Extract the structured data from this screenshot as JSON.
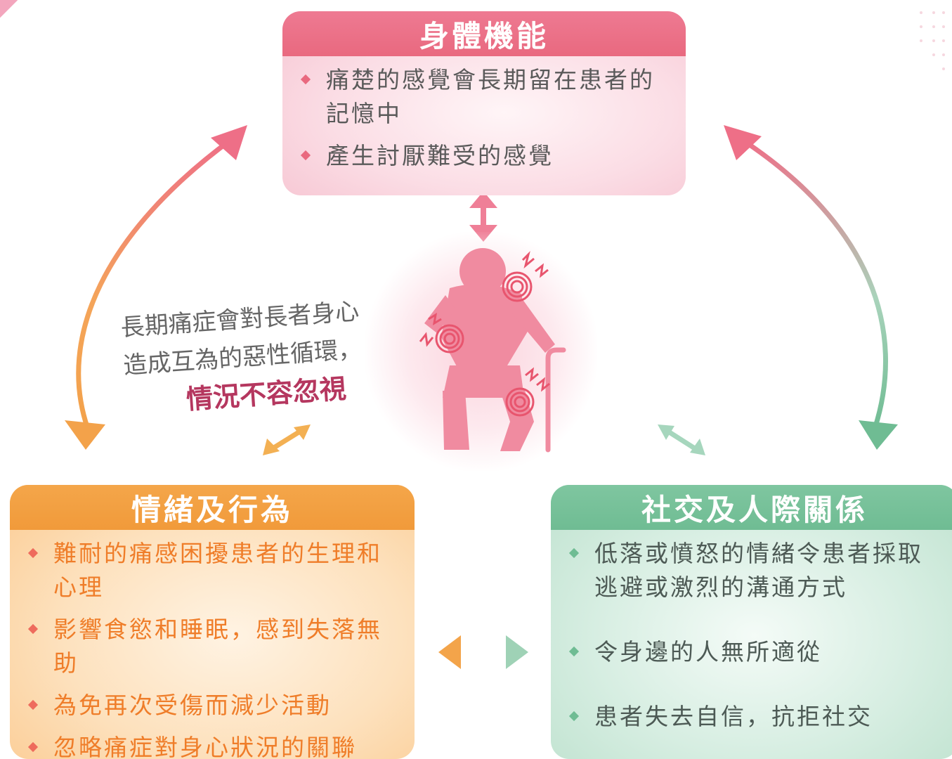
{
  "colors": {
    "physical": "#e9697f",
    "emotion": "#f19a3a",
    "social": "#6fbc93",
    "emphasis": "#b5375f"
  },
  "physical": {
    "title": "身體機能",
    "items": [
      "痛楚的感覺會長期留在患者的記憶中",
      "產生討厭難受的感覺"
    ]
  },
  "emotion": {
    "title": "情緒及行為",
    "items": [
      "難耐的痛感困擾患者的生理和心理",
      "影響食慾和睡眠，感到失落無助",
      "為免再次受傷而減少活動",
      "忽略痛症對身心狀況的關聯"
    ]
  },
  "social": {
    "title": "社交及人際關係",
    "items": [
      "低落或憤怒的情緒令患者採取逃避或激烈的溝通方式",
      "令身邊的人無所適從",
      "患者失去自信，抗拒社交"
    ]
  },
  "center": {
    "line1": "長期痛症會對長者身心",
    "line2": "造成互為的惡性循環，",
    "emphasis": "情況不容忽視"
  },
  "icons": {
    "figure": "elderly-person-with-cane-icon",
    "pain": "pain-spot-icon",
    "arrows": "double-arrow-icon"
  }
}
